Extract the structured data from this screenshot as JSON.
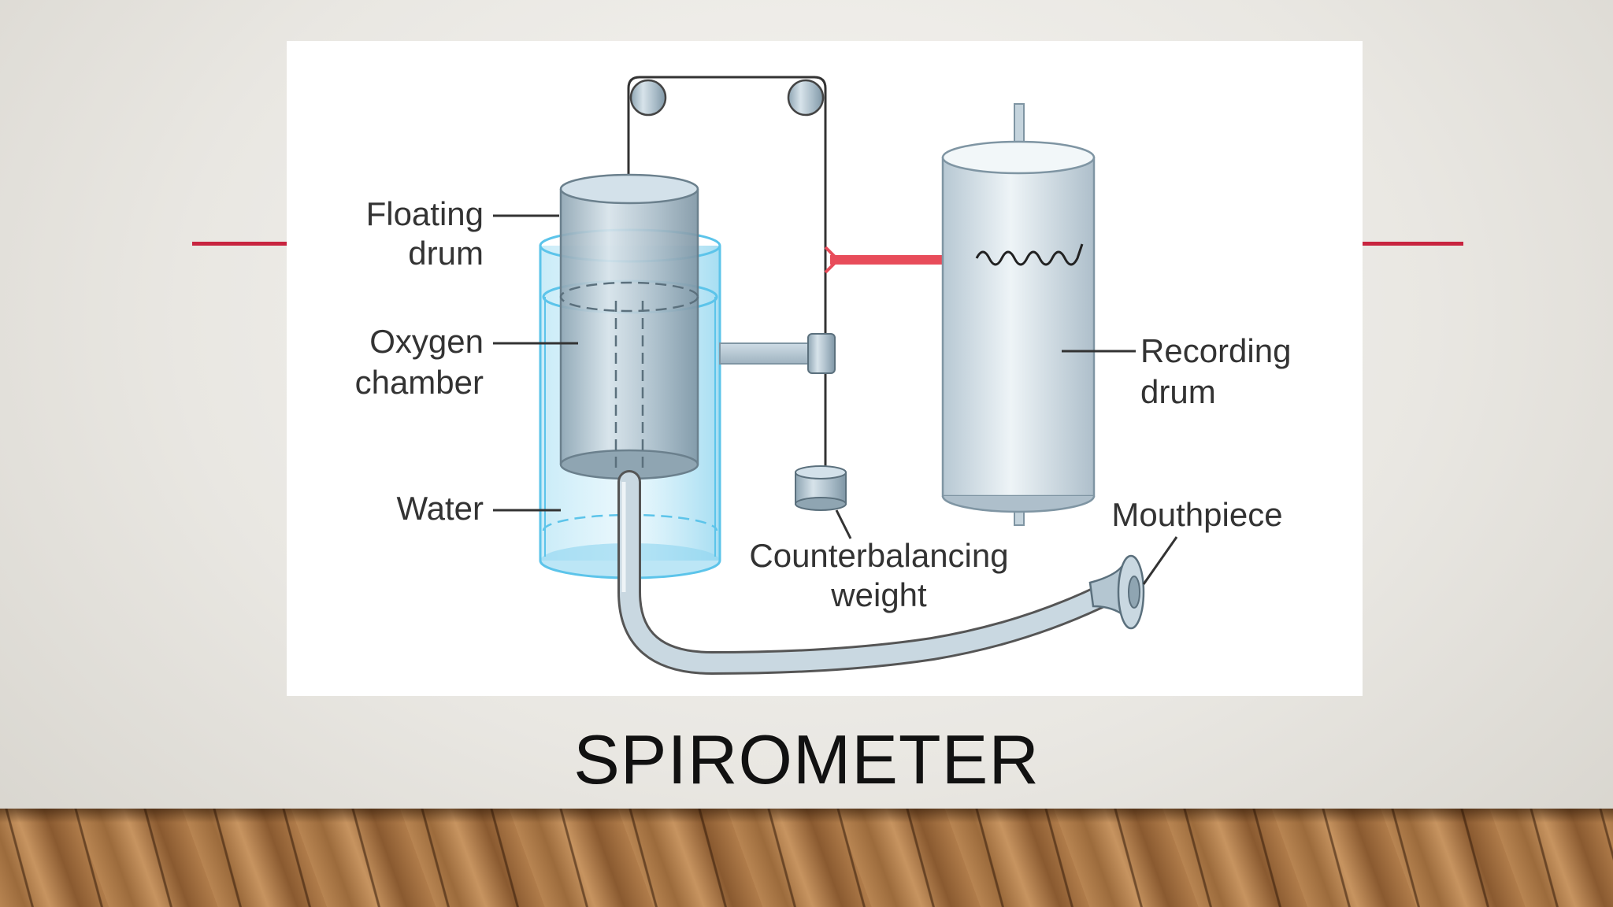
{
  "slide": {
    "title": "SPIROMETER",
    "accent_color": "#c8243f"
  },
  "diagram": {
    "labels": {
      "floating_drum_1": "Floating",
      "floating_drum_2": "drum",
      "oxygen_chamber_1": "Oxygen",
      "oxygen_chamber_2": "chamber",
      "water": "Water",
      "counterbalancing_1": "Counterbalancing",
      "counterbalancing_2": "weight",
      "recording_drum_1": "Recording",
      "recording_drum_2": "drum",
      "mouthpiece": "Mouthpiece"
    },
    "colors": {
      "water": "#7fd0ef",
      "drum": "#b9ccd8",
      "arrow": "#e84c5a",
      "line": "#333333"
    }
  }
}
